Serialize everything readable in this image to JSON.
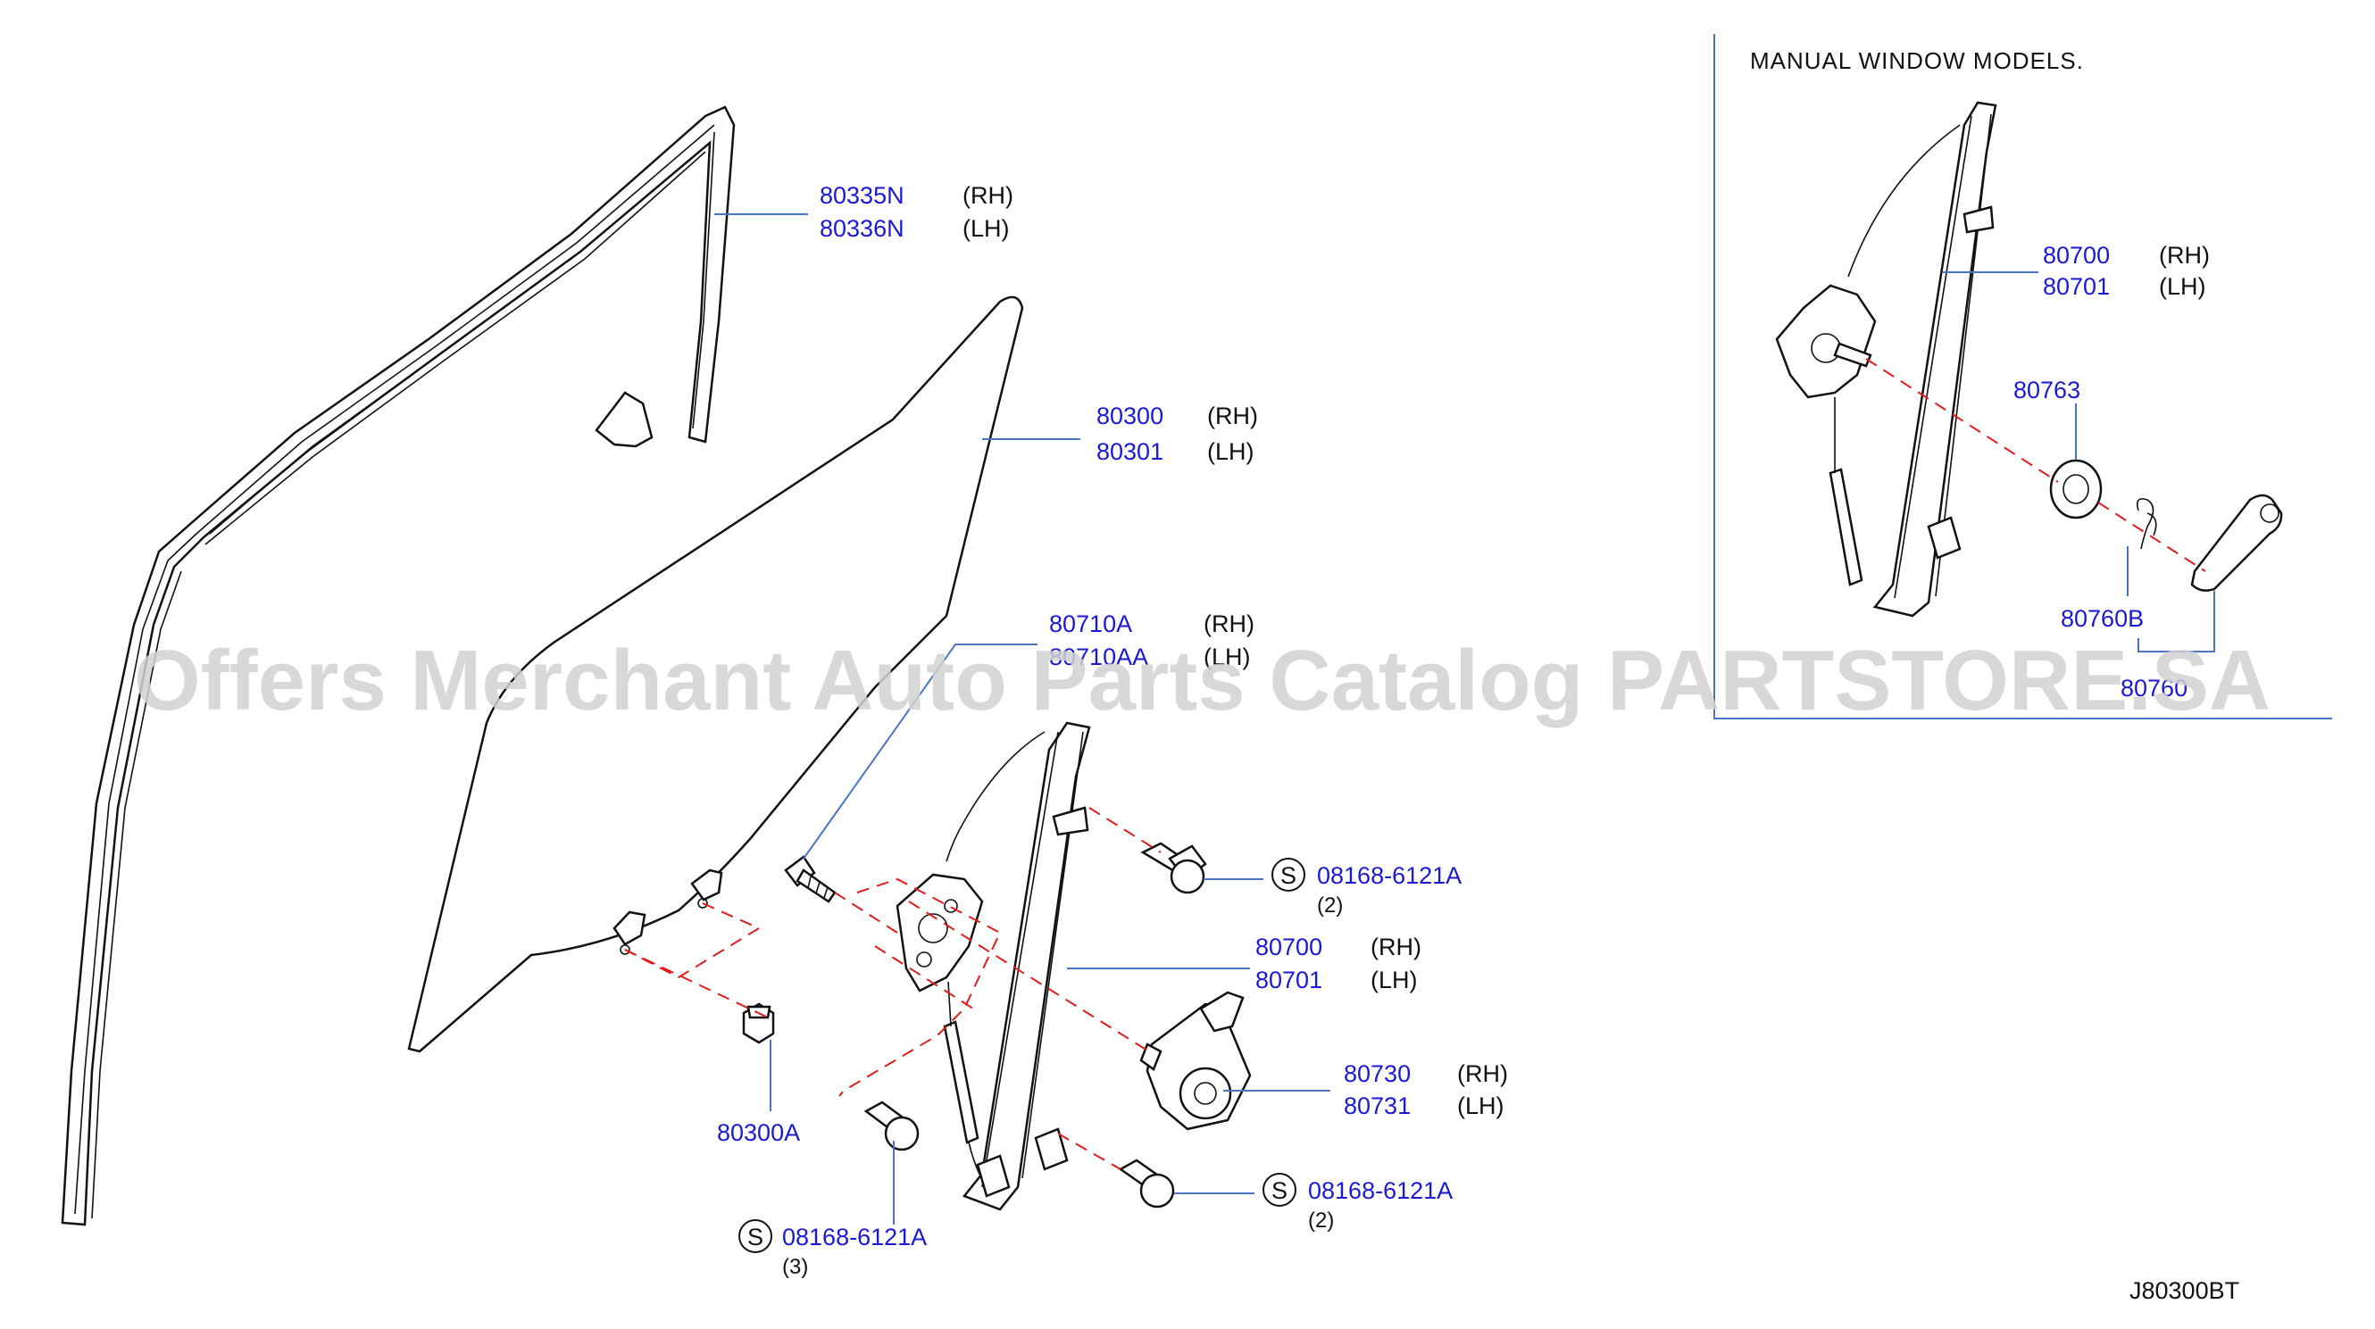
{
  "diagram_id": "J80300BT",
  "inset_title": "MANUAL   WINDOW   MODELS.",
  "watermark": "Offers Merchant Auto Parts Catalog PARTSTORE.SA",
  "callouts": [
    {
      "part": "80335N",
      "side": "(RH)"
    },
    {
      "part": "80336N",
      "side": "(LH)"
    },
    {
      "part": "80300",
      "side": "(RH)"
    },
    {
      "part": "80301",
      "side": "(LH)"
    },
    {
      "part": "80710A",
      "side": "(RH)"
    },
    {
      "part": "80710AA",
      "side": "(LH)"
    },
    {
      "part": "80700",
      "side": "(RH)"
    },
    {
      "part": "80701",
      "side": "(LH)"
    },
    {
      "part": "80730",
      "side": "(RH)"
    },
    {
      "part": "80731",
      "side": "(LH)"
    },
    {
      "part": "80300A",
      "side": ""
    },
    {
      "part": "80700",
      "side": "(RH)"
    },
    {
      "part": "80701",
      "side": "(LH)"
    },
    {
      "part": "80763",
      "side": ""
    },
    {
      "part": "80760B",
      "side": ""
    },
    {
      "part": "80760",
      "side": ""
    }
  ],
  "screws": [
    {
      "symbol": "S",
      "part": "08168-6121A",
      "qty": "(2)"
    },
    {
      "part": "08168-6121A",
      "symbol": "S",
      "qty": "(2)"
    },
    {
      "part": "08168-6121A",
      "symbol": "S",
      "qty": "(3)"
    }
  ]
}
